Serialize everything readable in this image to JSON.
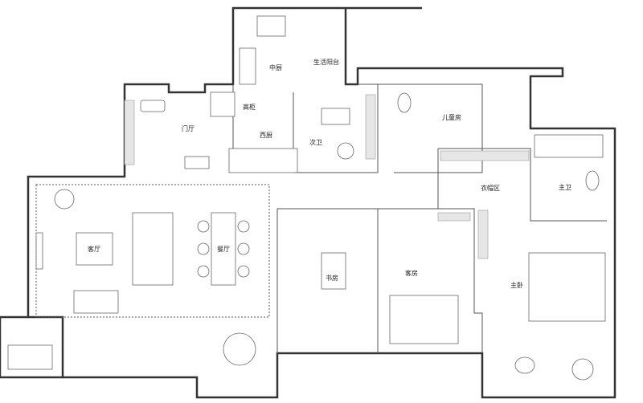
{
  "rooms": {
    "kitchen": "中厨",
    "utility_balcony": "生活阳台",
    "tall_cabinet": "高柜",
    "foyer": "门厅",
    "western_kitchen": "西厨",
    "second_bath": "次卫",
    "kids_room": "儿童房",
    "walk_in_closet": "衣帽区",
    "master_bath": "主卫",
    "living_room": "客厅",
    "dining_room": "餐厅",
    "study": "书房",
    "guest_room": "客房",
    "master_bedroom": "主卧"
  }
}
